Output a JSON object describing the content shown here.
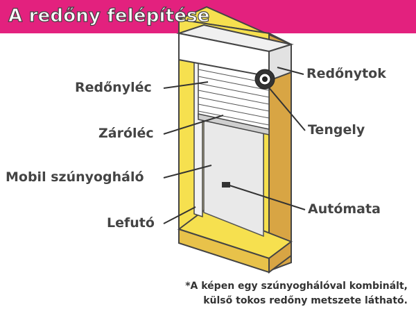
{
  "title": "A redőny felépítése",
  "colors": {
    "banner": "#e3217e",
    "frame": "#f6e04f",
    "frame_shadow": "#d8a544",
    "text": "#444444"
  },
  "labels": {
    "redonyletc": "Redőnyléc",
    "zarolec": "Záróléc",
    "mobil_szunyoghalo": "Mobil szúnyogháló",
    "lefuto": "Lefutó",
    "redonytok": "Redőnytok",
    "tengely": "Tengely",
    "automata": "Autómata"
  },
  "footnote": {
    "line1": "*A képen egy szúnyoghálóval kombinált,",
    "line2": "külső tokos redőny metszete látható."
  }
}
